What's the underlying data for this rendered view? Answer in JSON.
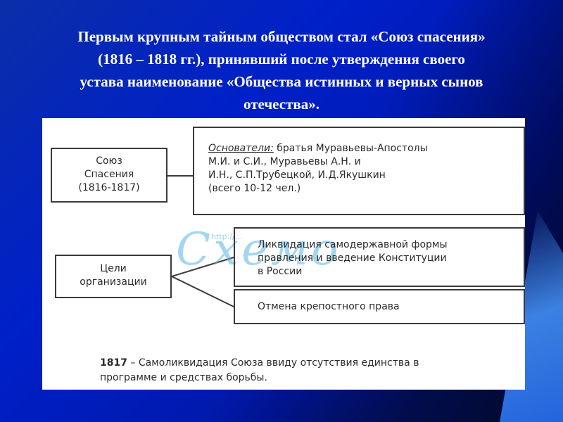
{
  "slide": {
    "title_lines": [
      "Первым крупным тайным обществом стал «Союз спасения»",
      "(1816 – 1818 гг.), принявший после утверждения своего",
      "устава наименование «Общества истинных и верных сынов",
      "отечества»."
    ]
  },
  "scheme": {
    "union_box": {
      "lines": [
        "Союз",
        "Спасения",
        "(1816-1817)"
      ]
    },
    "founders_box": {
      "label": "Основатели:",
      "line1_rest": " братья Муравьевы-Апостолы",
      "line2": "М.И. и С.И., Муравьевы А.Н. и",
      "line3": "И.Н., С.П.Трубецкой, И.Д.Якушкин",
      "line4": "(всего 10-12 чел.)"
    },
    "goals_box": {
      "lines": [
        "Цели",
        "организации"
      ]
    },
    "goals": [
      {
        "lines": [
          "Ликвидация самодержавной формы",
          "правления и введение Конституции",
          "в России"
        ]
      },
      {
        "lines": [
          "Отмена крепостного права"
        ]
      }
    ],
    "footnote": {
      "year": "1817",
      "text_line1": " – Самоликвидация Союза ввиду отсутствия единства в",
      "text_line2": "программе и средствах борьбы."
    },
    "watermark": {
      "text": "Схемо",
      "url": "http://..."
    }
  },
  "colors": {
    "background": "#0020c8",
    "text_light": "#ffffff",
    "box_border": "#3a3a3a",
    "watermark": "#5ab4e6"
  }
}
